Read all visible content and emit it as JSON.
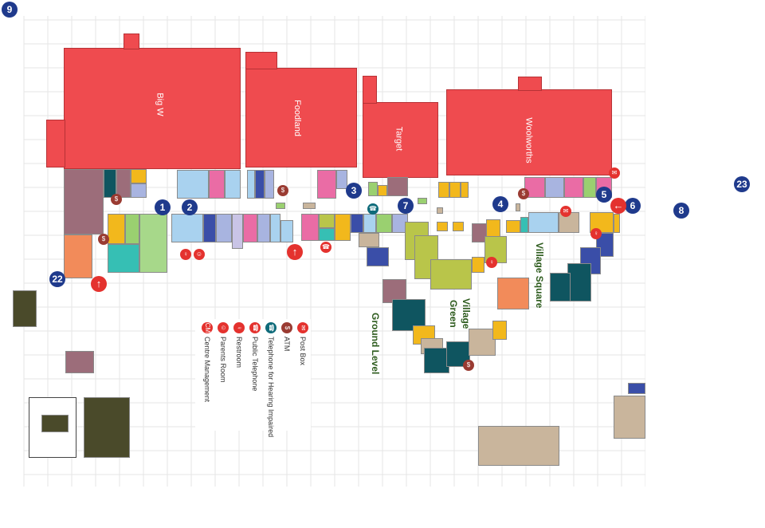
{
  "anchors": {
    "big_w": "Big W",
    "foodland": "Foodland",
    "target": "Target",
    "woolworths": "Woolworths"
  },
  "badges": [
    "9",
    "1",
    "2",
    "3",
    "7",
    "4",
    "5",
    "6",
    "8",
    "23",
    "22"
  ],
  "area_labels": {
    "ground_level": "Ground Level",
    "village_green_1": "Village",
    "village_green_2": "Green",
    "village_square": "Village Square"
  },
  "legend": [
    {
      "icon": "post-box-icon",
      "label": "Post Box",
      "symbol": "✉"
    },
    {
      "icon": "atm-icon",
      "label": "ATM",
      "symbol": "$"
    },
    {
      "icon": "hearing-impaired-telephone-icon",
      "label": "Telephone for Hearing Impaired",
      "symbol": "☎"
    },
    {
      "icon": "public-telephone-icon",
      "label": "Public Telephone",
      "symbol": "☎"
    },
    {
      "icon": "restroom-icon",
      "label": "Restroom",
      "symbol": "♀♂"
    },
    {
      "icon": "parents-room-icon",
      "label": "Parents Room",
      "symbol": "☺"
    },
    {
      "icon": "centre-management-icon",
      "label": "Centre Management",
      "symbol": "CM"
    }
  ],
  "colors": {
    "anchor": "#ef4b4f",
    "badge": "#1f3a8c",
    "service": "#9a3b32",
    "entry": "#e4322e",
    "text_green": "#2e5c1e"
  }
}
